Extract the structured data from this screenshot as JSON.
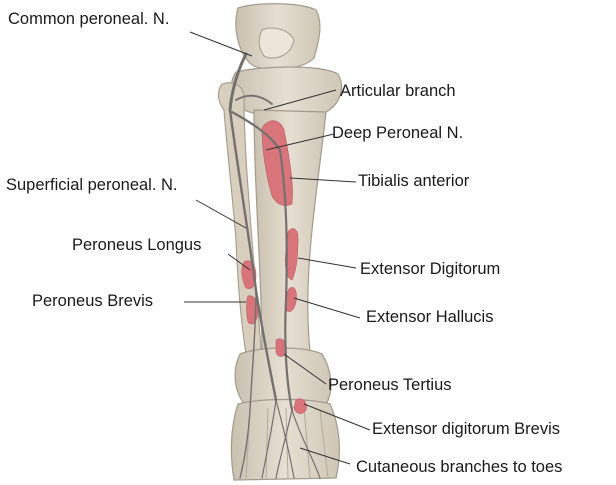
{
  "labels": {
    "common_peroneal": "Common peroneal. N.",
    "articular_branch": "Articular branch",
    "deep_peroneal": "Deep Peroneal N.",
    "tibialis_anterior": "Tibialis anterior",
    "superficial_peroneal": "Superficial peroneal. N.",
    "peroneus_longus": "Peroneus Longus",
    "extensor_digitorum": "Extensor Digitorum",
    "peroneus_brevis": "Peroneus Brevis",
    "extensor_hallucis": "Extensor Hallucis",
    "peroneus_tertius": "Peroneus Tertius",
    "extensor_digitorum_brevis": "Extensor digitorum Brevis",
    "cutaneous_branches": "Cutaneous branches to toes"
  },
  "colors": {
    "bone_fill": "#ddd5c6",
    "bone_edge": "#a39b8d",
    "muscle": "#d9747a",
    "nerve": "#757070",
    "leader_line": "#333333"
  }
}
